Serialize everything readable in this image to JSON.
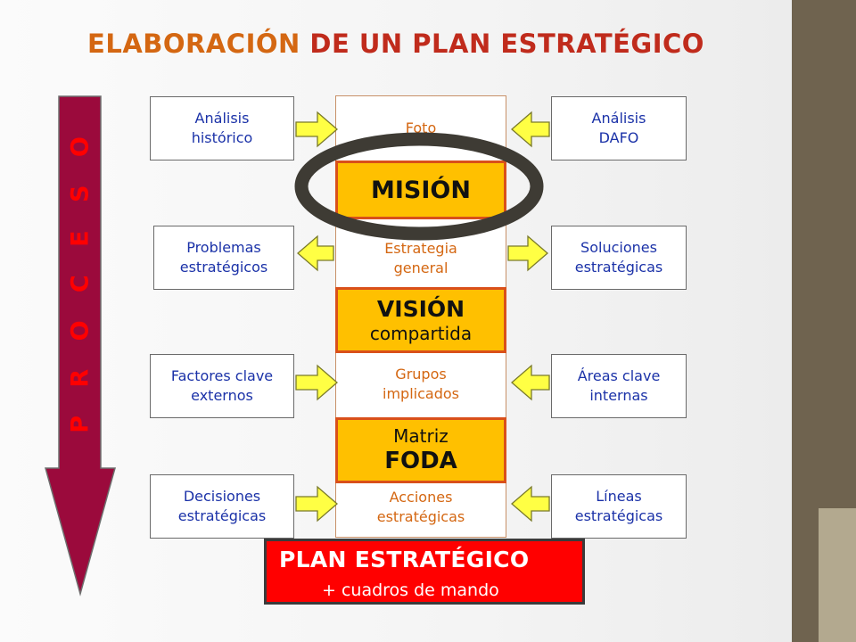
{
  "title": {
    "part1": "ELABORACIÓN",
    "part2": " DE UN PLAN ESTRATÉGICO"
  },
  "process_label": "P R O C E S O",
  "left_boxes": [
    "Análisis\nhistórico",
    "Problemas\nestratégicos",
    "Factores clave\nexternos",
    "Decisiones\nestratégicas"
  ],
  "right_boxes": [
    "Análisis\nDAFO",
    "Soluciones\nestratégicas",
    "Áreas clave\ninternas",
    "Líneas\nestratégicas"
  ],
  "center_items": [
    "Foto",
    "Estrategia\ngeneral",
    "Grupos\nimplicados",
    "Acciones\nestratégicas"
  ],
  "highlight": {
    "mision": "MISIÓN",
    "vision": "VISIÓN",
    "vision_sub": "compartida",
    "matriz": "Matriz",
    "foda": "FODA"
  },
  "plan": {
    "title": "PLAN ESTRATÉGICO",
    "subtitle": "+ cuadros de mando"
  },
  "colors": {
    "title_orange": "#d46712",
    "title_red": "#c02b1c",
    "box_text": "#1b32a8",
    "gold": "#ffc000",
    "plan_red": "#ff0000",
    "process_arrow": "#9b0a3c",
    "ring": "#3e3b34"
  }
}
